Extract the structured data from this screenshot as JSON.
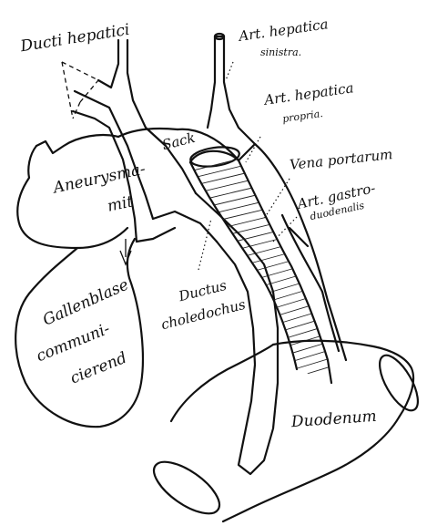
{
  "labels": {
    "ducti_hepatici": "Ducti hepatici",
    "art_hepatica_sinistra_1": "Art. hepatica",
    "art_hepatica_sinistra_2": "sinistra.",
    "art_hepatica_propria_1": "Art. hepatica",
    "art_hepatica_propria_2": "propria.",
    "vena_portarum": "Vena portarum",
    "art_gastroduodenalis_1": "Art. gastro-",
    "art_gastroduodenalis_2": "duodenalis",
    "sack": "Sack",
    "aneurysma": "Aneurysma-",
    "mit": "mit",
    "gallenblase": "Gallenblase",
    "communi": "communi-",
    "cierend": "cierend",
    "ductus": "Ductus",
    "choledochus": "choledochus",
    "duodenum": "Duodenum"
  }
}
